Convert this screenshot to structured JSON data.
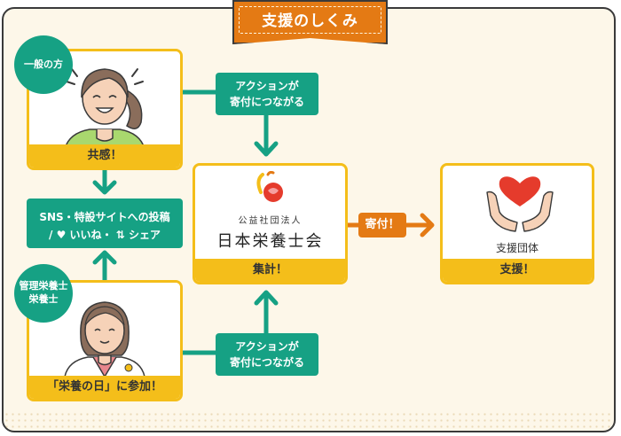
{
  "title": "支援のしくみ",
  "general": {
    "badge": "一般の方",
    "footer": "共感！"
  },
  "action_top": {
    "line1": "アクションが",
    "line2": "寄付につながる"
  },
  "action_bottom": {
    "line1": "アクションが",
    "line2": "寄付につながる"
  },
  "sns": {
    "line1": "SNS・特設サイトへの投稿",
    "slash": "/",
    "like": "いいね・",
    "share": "シェア"
  },
  "dietitian": {
    "badge_line1": "管理栄養士",
    "badge_line2": "栄養士",
    "footer": "「栄養の日」に参加！"
  },
  "org": {
    "sub": "公益社団法人",
    "name": "日本栄養士会",
    "footer": "集計！"
  },
  "donation_label": "寄付！",
  "support": {
    "label": "支援団体",
    "footer": "支援！"
  },
  "colors": {
    "green": "#16a184",
    "yellow": "#f4be1a",
    "orange": "#e47a14",
    "heart": "#e53b2c"
  }
}
